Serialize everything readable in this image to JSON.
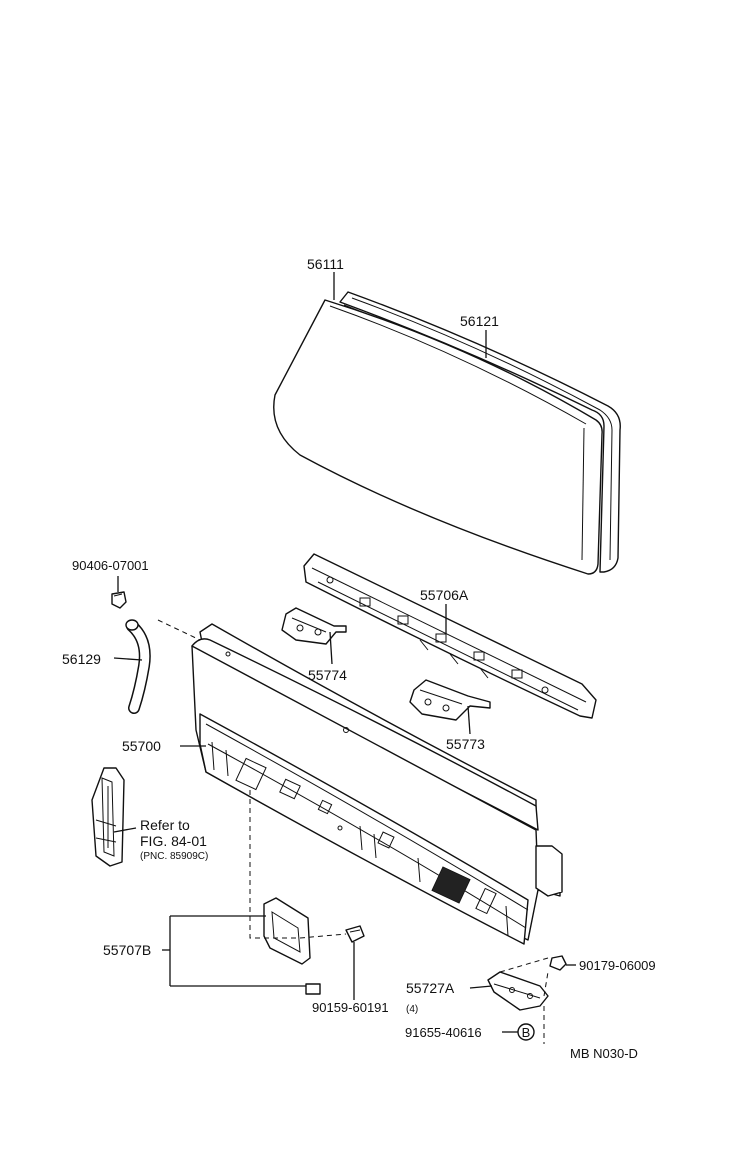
{
  "diagram": {
    "parts": {
      "glass": "56111",
      "weatherstrip": "56121",
      "bolt_top": "90406-07001",
      "hose": "56129",
      "reinforcement": "55706A",
      "bracket_a": "55774",
      "bracket_b": "55773",
      "back_panel": "55700",
      "cover_b": "55707B",
      "screw": "90159-60191",
      "screw_qty": "(4)",
      "bracket_c": "55727A",
      "nut": "90179-06009",
      "clip": "91655-40616",
      "clip_marker": "B"
    },
    "reference": {
      "line1": "Refer to",
      "line2": "FIG. 84-01",
      "line3": "(PNC. 85909C)"
    },
    "code": "MB N030-D"
  }
}
